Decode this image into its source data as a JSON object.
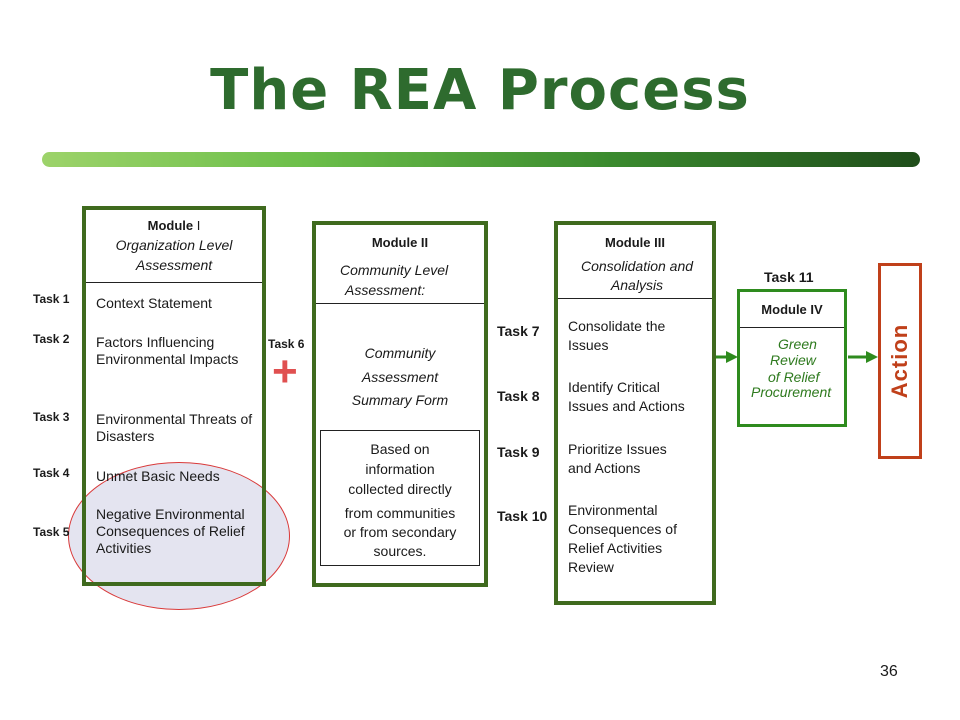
{
  "title": "The REA Process",
  "page_number": "36",
  "module1": {
    "heading_bold": "Module",
    "heading_rest": " I",
    "subtitle_line1": "Organization Level",
    "subtitle_line2": "Assessment",
    "items": [
      "Context Statement",
      "Factors Influencing Environmental Impacts",
      "Environmental Threats of Disasters",
      "Unmet Basic Needs",
      "Negative Environmental Consequences of Relief Activities"
    ]
  },
  "tasks_left": [
    "Task 1",
    "Task 2",
    "Task 3",
    "Task 4",
    "Task 5"
  ],
  "task6": "Task 6",
  "plus": "+",
  "module2": {
    "heading": "Module II",
    "subtitle_line1": "Community Level",
    "subtitle_line2": "Assessment:",
    "form_line1": "Community",
    "form_line2": "Assessment",
    "form_line3": "Summary Form",
    "note_lines": [
      "Based on",
      "information",
      "collected directly",
      "from communities",
      "or from secondary",
      "sources."
    ]
  },
  "tasks_mid": [
    "Task 7",
    "Task 8",
    "Task 9",
    "Task 10"
  ],
  "module3": {
    "heading": "Module III",
    "subtitle_line1": "Consolidation and",
    "subtitle_line2": "Analysis",
    "items": [
      [
        "Consolidate the",
        "Issues"
      ],
      [
        "Identify Critical",
        "Issues and Actions"
      ],
      [
        "Prioritize Issues",
        "and Actions"
      ],
      [
        "Environmental",
        "Consequences of",
        "Relief Activities",
        "Review"
      ]
    ]
  },
  "task11": "Task 11",
  "module4": {
    "heading": "Module IV",
    "lines": [
      "Green",
      "Review",
      "of Relief",
      "Procurement"
    ]
  },
  "action": "Action",
  "colors": {
    "title": "#2e6b2e",
    "box_border": "#3f6a1e",
    "arrow": "#2e8b1e",
    "action": "#c0401a",
    "oval": "#d93a3a"
  }
}
